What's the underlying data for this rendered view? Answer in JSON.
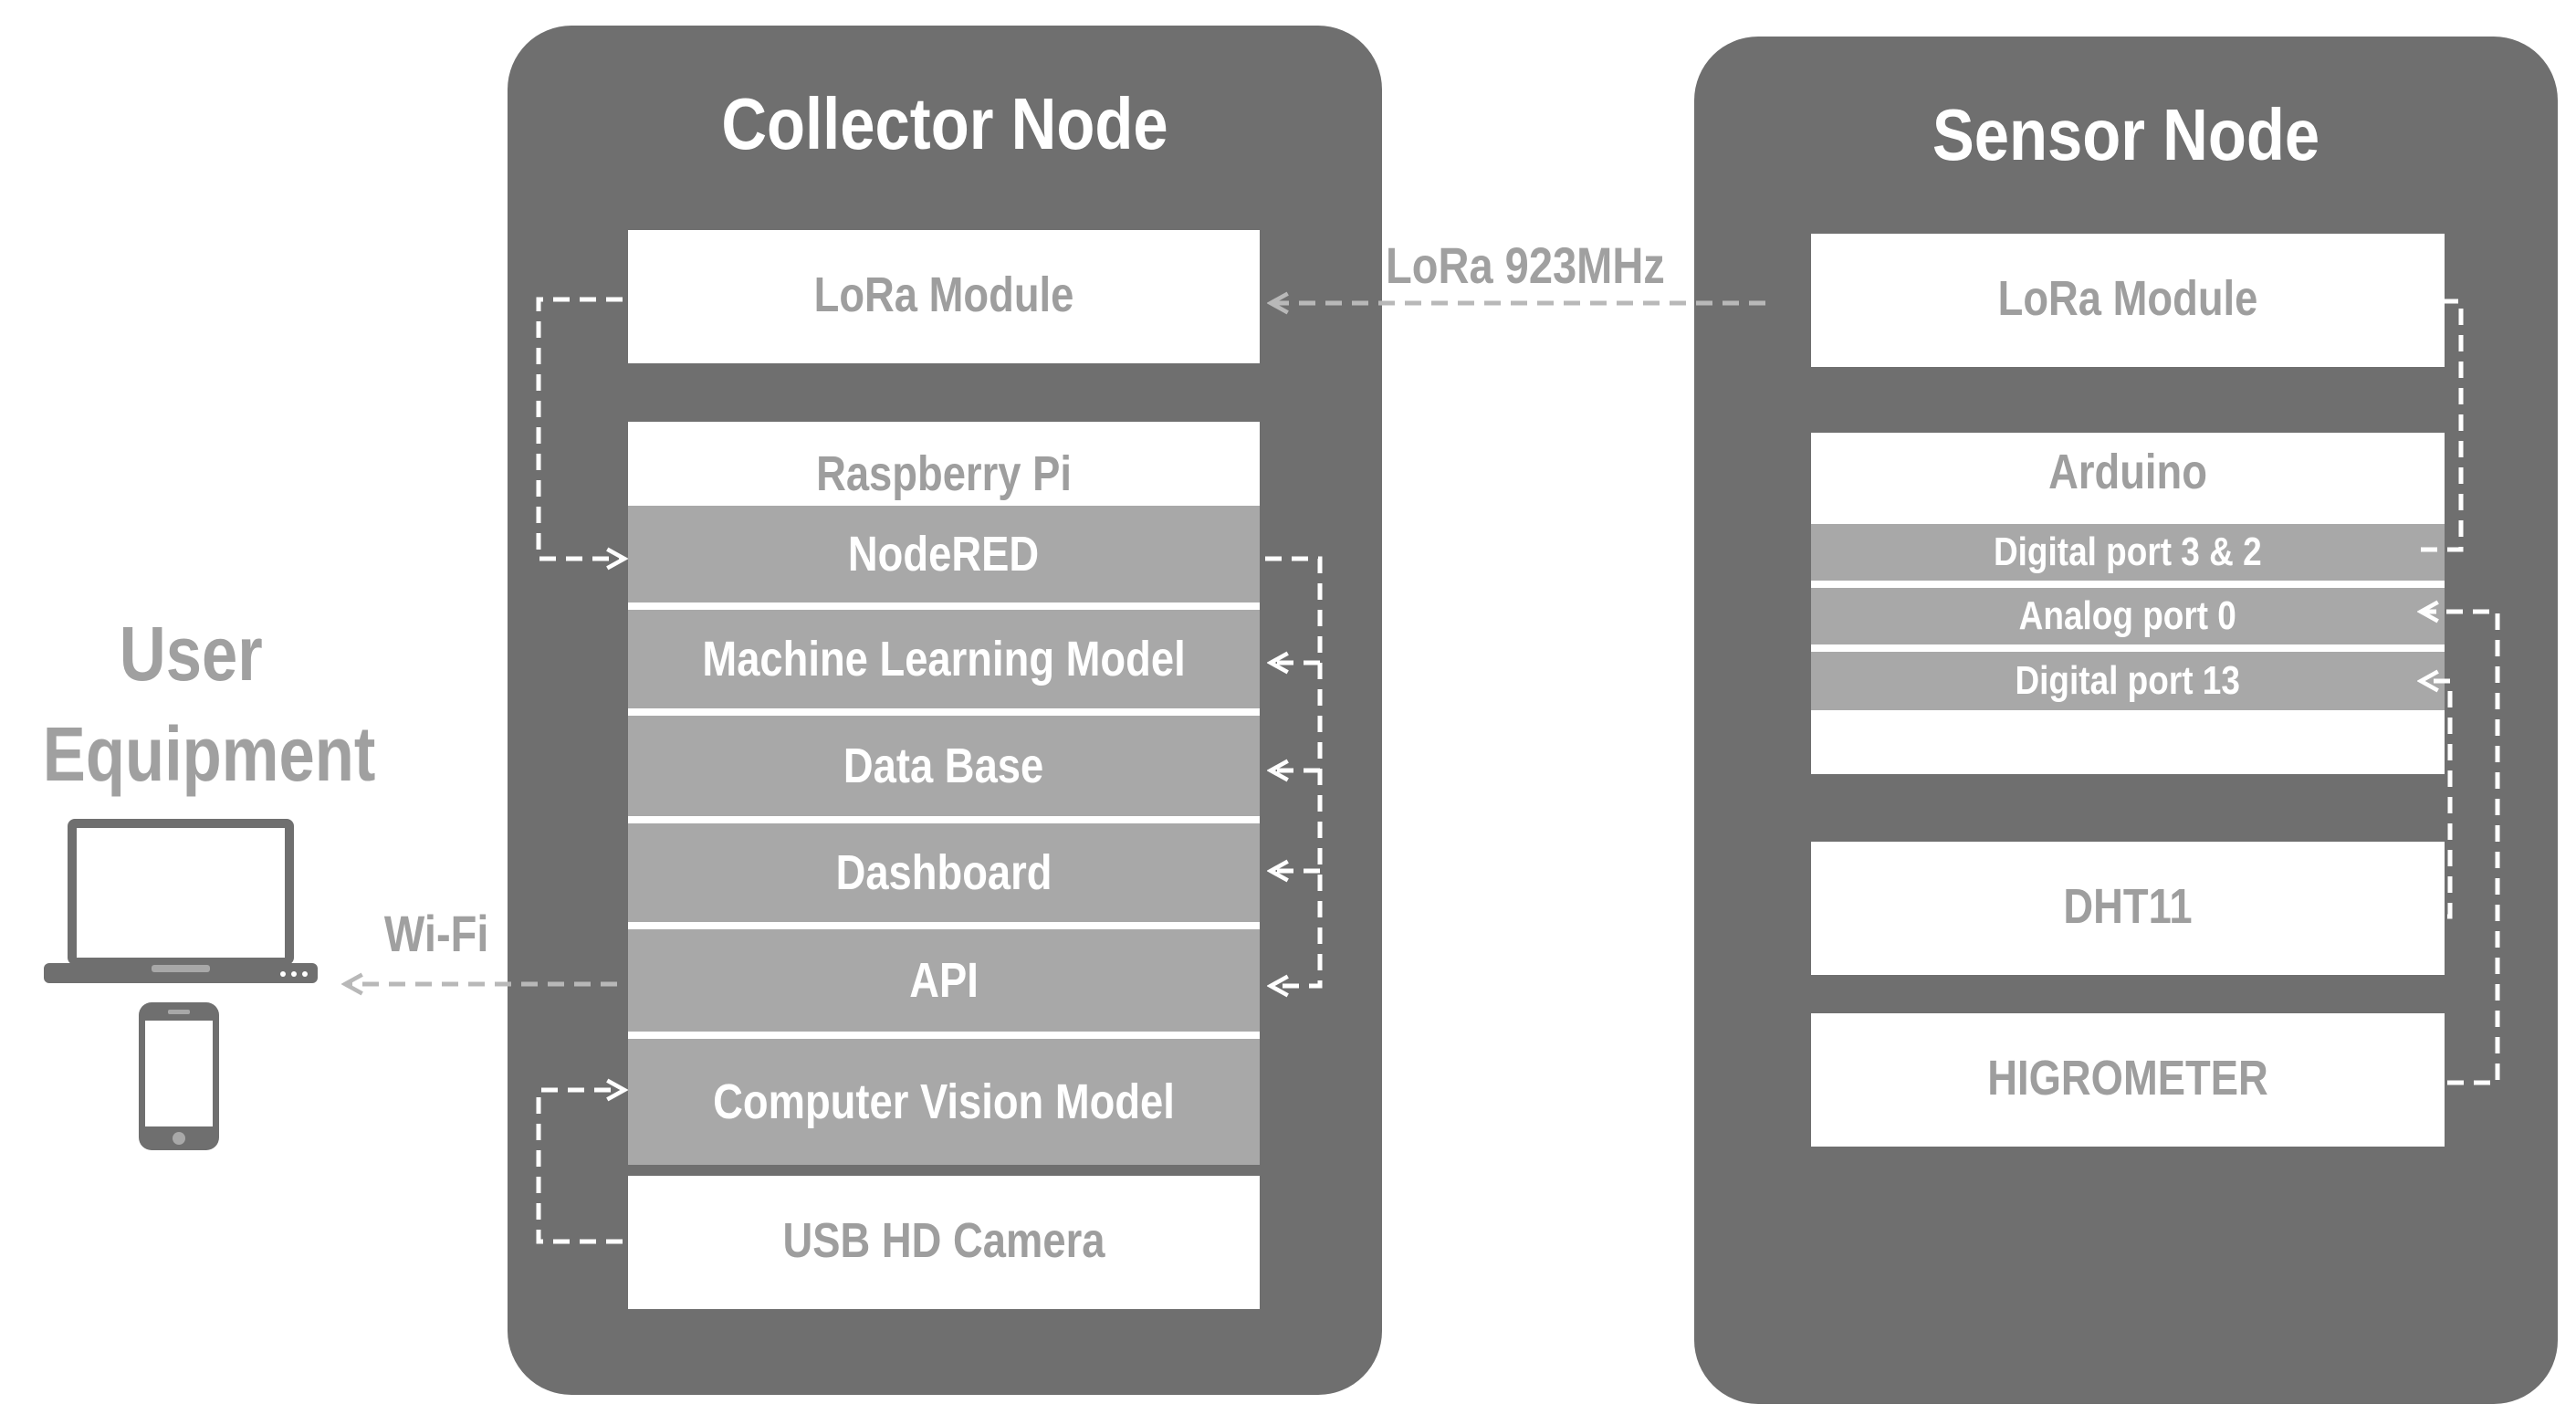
{
  "user_equipment": {
    "label_line1": "User",
    "label_line2": "Equipment"
  },
  "links": {
    "wifi": "Wi-Fi",
    "lora": "LoRa 923MHz"
  },
  "collector_node": {
    "title": "Collector Node",
    "lora_module": "LoRa Module",
    "raspberry_pi": {
      "title": "Raspberry Pi",
      "layers": [
        "NodeRED",
        "Machine Learning Model",
        "Data Base",
        "Dashboard",
        "API",
        "Computer Vision Model"
      ]
    },
    "camera": "USB HD Camera"
  },
  "sensor_node": {
    "title": "Sensor Node",
    "lora_module": "LoRa Module",
    "arduino": {
      "title": "Arduino",
      "ports": [
        "Digital port 3 & 2",
        "Analog port 0",
        "Digital port 13"
      ]
    },
    "dht11": "DHT11",
    "higrometer": "HIGROMETER"
  },
  "colors": {
    "node_background": "#6f6f6f",
    "layer_fill": "#a8a8a8",
    "box_fill": "#ffffff",
    "label_gray": "#9e9e9e",
    "wire": "#ffffff",
    "external_wire": "#b8b8b8"
  },
  "icons": [
    "laptop-icon",
    "smartphone-icon"
  ]
}
